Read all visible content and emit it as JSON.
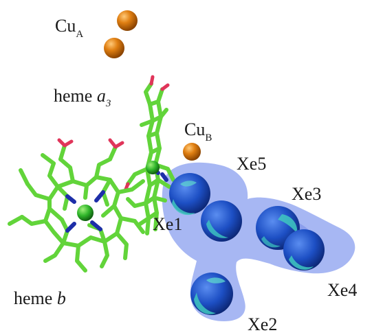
{
  "labels": {
    "cua": {
      "main": "Cu",
      "sub": "A"
    },
    "cub": {
      "main": "Cu",
      "sub": "B"
    },
    "heme_a3": {
      "main": "heme ",
      "italic": "a",
      "sub": "3"
    },
    "heme_b": {
      "main": "heme ",
      "italic": "b"
    },
    "xe1": "Xe1",
    "xe2": "Xe2",
    "xe3": "Xe3",
    "xe4": "Xe4",
    "xe5": "Xe5"
  },
  "colors": {
    "copper": "#d9780f",
    "heme_carbon": "#62d43a",
    "nitrogen": "#1d2ea8",
    "oxygen": "#e0355a",
    "iron": "#2fb52a",
    "xenon": "#1f54c9",
    "xenon_highlight": "#3fc8c0",
    "cavity": "#8ea3f0"
  }
}
